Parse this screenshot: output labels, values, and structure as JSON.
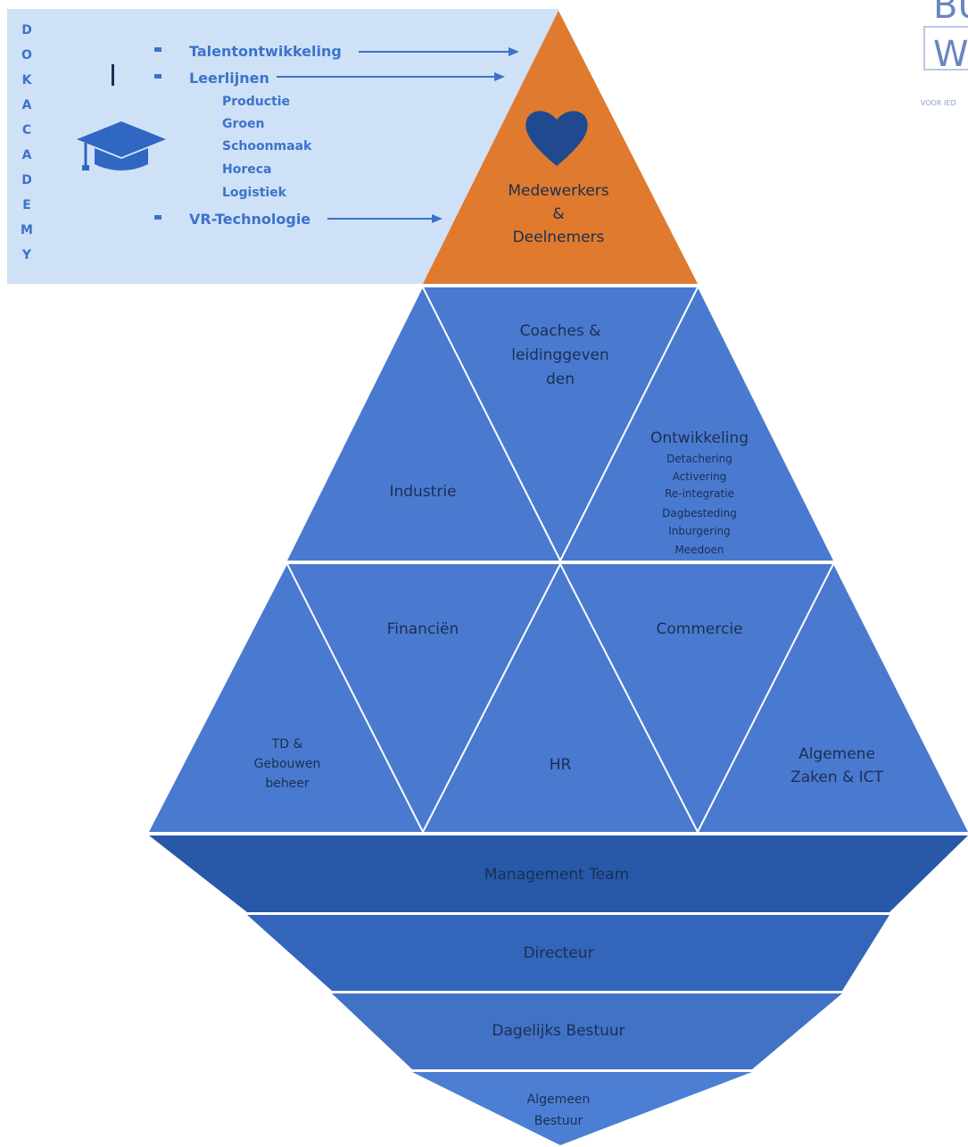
{
  "academy": {
    "letters": [
      "D",
      "O",
      "K",
      "A",
      "C",
      "A",
      "D",
      "E",
      "M",
      "Y"
    ],
    "bullet_items": [
      {
        "label": "Talentontwikkeling"
      },
      {
        "label": "Leerlijnen"
      },
      {
        "label": "VR-Technologie"
      }
    ],
    "sub_items": [
      "Productie",
      "Groen",
      "Schoonmaak",
      "Horeca",
      "Logistiek"
    ]
  },
  "apex": {
    "lines": [
      "Medewerkers",
      "&",
      "Deelnemers"
    ]
  },
  "pyramid": {
    "coaches": [
      "Coaches &",
      "leidinggeven",
      "den"
    ],
    "industrie": "Industrie",
    "ontwikkeling": {
      "title": "Ontwikkeling",
      "items": [
        "Detachering",
        "Activering",
        "Re-integratie",
        "Dagbesteding",
        "Inburgering",
        "Meedoen"
      ]
    },
    "financien": "Financiën",
    "commercie": "Commercie",
    "td": [
      "TD &",
      "Gebouwen",
      "beheer"
    ],
    "hr": "HR",
    "algemene_zaken": [
      "Algemene",
      "Zaken & ICT"
    ]
  },
  "base": {
    "management_team": "Management Team",
    "directeur": "Directeur",
    "dagelijks_bestuur": "Dagelijks Bestuur",
    "algemeen_bestuur": [
      "Algemeen",
      "Bestuur"
    ]
  },
  "logo": {
    "letters_top": "BU",
    "letter_main": "W",
    "tagline": "VOOR IED"
  },
  "colors": {
    "academy_bg": "#cfe1f7",
    "academy_text": "#3b73c9",
    "apex_orange": "#e07a2e",
    "heart": "#1f4a8f",
    "cap": "#2f67c2",
    "pyramid_blue": "#4a7ad0",
    "band_dark": "#2759a8",
    "band_mid": "#3366ba",
    "band_light": "#4c7fd4",
    "label_text": "#1b2f52",
    "divider": "#ffffff"
  }
}
